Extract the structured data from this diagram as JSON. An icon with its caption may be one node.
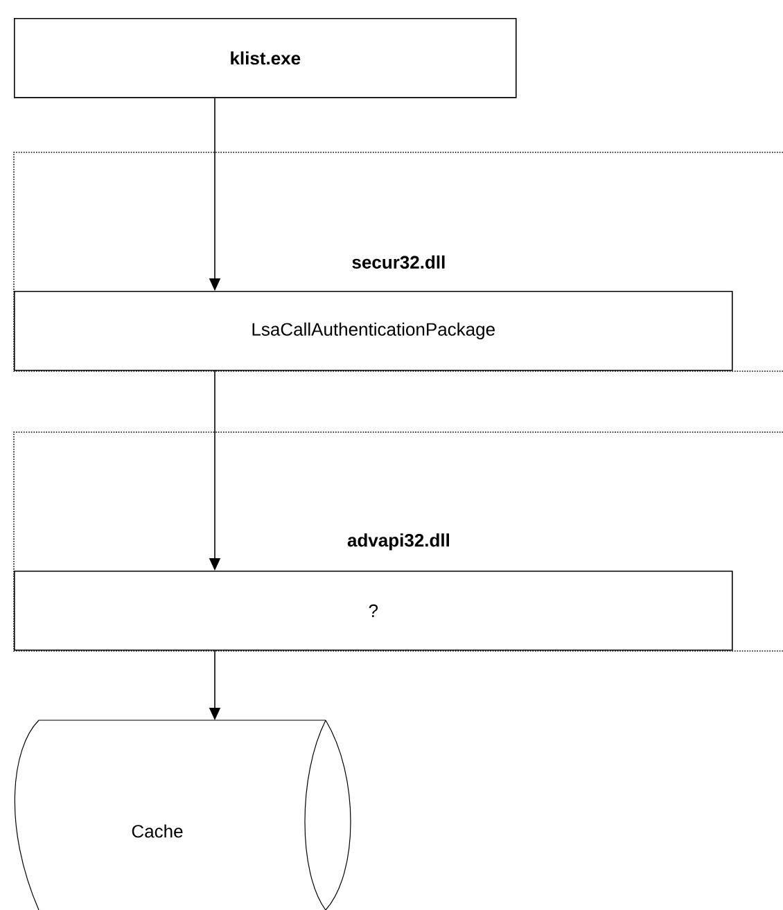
{
  "diagram": {
    "nodes": [
      {
        "text": [
          "klist.exe"
        ]
      },
      {
        "text": [
          "secur32.dll"
        ]
      },
      {
        "text": [
          "LsaCallAuthenticationPackage"
        ],
        "in": 1
      },
      {
        "text": [
          "advapi32.dll"
        ]
      },
      {
        "text": [
          "?"
        ],
        "in": 3
      },
      {
        "text": [
          "Cache"
        ]
      }
    ],
    "edges": [
      {
        "from": 0,
        "to": 2,
        "arrow": "to"
      },
      {
        "from": 2,
        "to": 4,
        "arrow": "to"
      },
      {
        "from": 4,
        "to": 5,
        "arrow": "to"
      }
    ]
  }
}
